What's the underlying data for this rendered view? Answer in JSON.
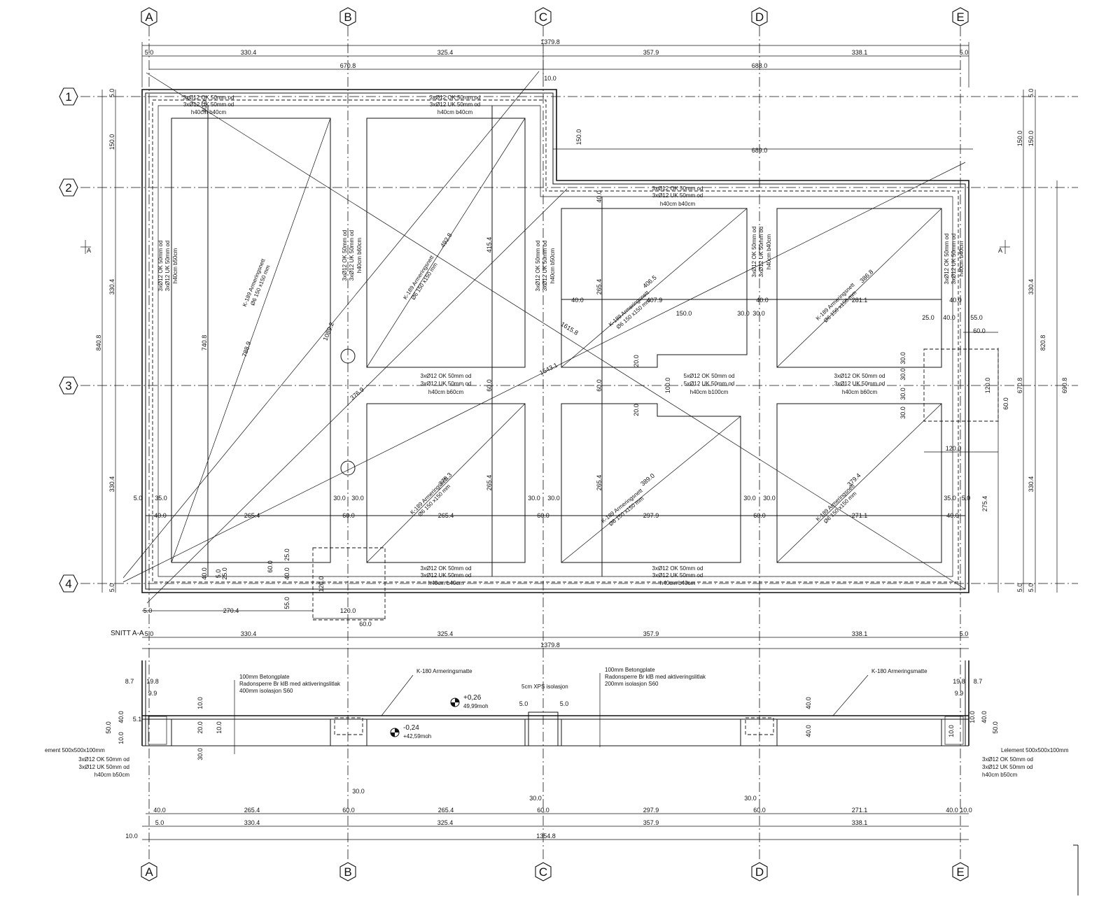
{
  "grid": {
    "columns": [
      "A",
      "B",
      "C",
      "D",
      "E"
    ],
    "rows": [
      "1",
      "2",
      "3",
      "4"
    ]
  },
  "plan": {
    "dim_top_total": "1379.8",
    "dim_top": [
      "5.0",
      "330.4",
      "325.4",
      "357.9",
      "338.1",
      "5.0"
    ],
    "dim_top_sub": [
      "670.8",
      "688.0"
    ],
    "dim_notch": [
      "10.0",
      "150.0",
      "689.0"
    ],
    "dim_left": [
      "5.0",
      "150.0",
      "330.4",
      "840.8",
      "330.4",
      "5.0"
    ],
    "dim_right": [
      "5.0",
      "150.0",
      "330.4",
      "820.8",
      "330.4",
      "5.0",
      "150.0",
      "670.8",
      "690.8",
      "275.4",
      "5.0"
    ],
    "section_marks": [
      "A",
      "A"
    ],
    "beams": [
      {
        "l1": "3xØ12 OK 50mm od",
        "l2": "3xØ12 UK 50mm od",
        "l3": "h40cm b40cm"
      },
      {
        "l1": "3xØ12 OK 50mm od",
        "l2": "3xØ12 UK 50mm od",
        "l3": "h40cm b40cm"
      },
      {
        "l1": "3xØ12 OK 50mm od",
        "l2": "3xØ12 UK 50mm od",
        "l3": "h40cm b40cm"
      },
      {
        "l1": "3xØ12 OK 50mm od",
        "l2": "3xØ12 UK 50mm od",
        "l3": "h40cm b60cm"
      },
      {
        "l1": "5xØ12 OK 50mm od",
        "l2": "5xØ12 UK 50mm od",
        "l3": "h40cm b100cm"
      },
      {
        "l1": "3xØ12 OK 50mm od",
        "l2": "3xØ12 UK 50mm od",
        "l3": "h40cm b60cm"
      },
      {
        "l1": "3xØ12 OK 50mm od",
        "l2": "3xØ12 UK 50mm od",
        "l3": "h40cm b40cm"
      },
      {
        "l1": "3xØ12 OK 50mm od",
        "l2": "3xØ12 UK 50mm od",
        "l3": "h40cm b40cm"
      }
    ],
    "beams_vertical": [
      {
        "l1": "3xØ12 OK 50mm od",
        "l2": "3xØ12 UK 50mm od",
        "l3": "h40cm b50cm"
      },
      {
        "l1": "3xØ12 OK 50mm od",
        "l2": "3xØ12 UK 50mm od",
        "l3": "h40cm b60cm"
      },
      {
        "l1": "3xØ12 OK 50mm od",
        "l2": "3xØ12 UK 50mm od",
        "l3": "h40cm b50cm"
      },
      {
        "l1": "3xØ12 OK 50mm od",
        "l2": "3xØ12 UK 50mm od",
        "l3": "h40cm b40cm"
      },
      {
        "l1": "3xØ12 OK 50mm od",
        "l2": "3xØ12 UK 50mm od",
        "l3": "h40cm b40cm"
      }
    ],
    "mesh": [
      {
        "l1": "K-189 Armeringsnett",
        "l2": "Ø6 150 x150 mm"
      },
      {
        "l1": "K-189 Armeringsnett",
        "l2": "Ø6 150 x150 mm"
      },
      {
        "l1": "K-189 Armeringsnett",
        "l2": "Ø6 150 x150 mm"
      },
      {
        "l1": "K-189 Armeringsnett",
        "l2": "Ø6 150 x150 mm"
      },
      {
        "l1": "K-189 Armeringsnett",
        "l2": "Ø6 150 x150 mm"
      },
      {
        "l1": "K-189 Armeringsnett",
        "l2": "Ø6 150 x150 mm"
      },
      {
        "l1": "K-189 Armeringsnett",
        "l2": "Ø6 150 x150 mm"
      }
    ],
    "diag_lengths": [
      "788.9",
      "1089.2",
      "492.8",
      "406.5",
      "386.8",
      "376.9",
      "375.3",
      "389.0",
      "379.4",
      "1615.8",
      "1543.1"
    ],
    "dim_bays_row": [
      "5.0",
      "35.0",
      "30.0",
      "30.0",
      "30.0",
      "30.0",
      "30.0",
      "30.0",
      "35.0",
      "5.0"
    ],
    "dim_bays_row2": [
      "40.0",
      "265.4",
      "60.0",
      "265.4",
      "60.0",
      "297.9",
      "60.0",
      "271.1",
      "40.0"
    ],
    "dim_mid": [
      "265.4",
      "415.4",
      "740.8",
      "265.4",
      "60.0",
      "60.0",
      "265.4",
      "40.0",
      "40.0",
      "40.0",
      "407.9",
      "40.0",
      "281.1",
      "40.0",
      "150.0",
      "30.0",
      "20.0",
      "100.0",
      "30.0",
      "20.0"
    ],
    "dim_right_detail": [
      "25.0",
      "40.0",
      "55.0",
      "60.0",
      "30.0",
      "30.0",
      "30.0",
      "30.0",
      "120.0",
      "60.0",
      "120.0"
    ],
    "dim_bottom_detail": [
      "60.0",
      "25.0",
      "40.0",
      "120.0",
      "55.0",
      "120.0",
      "60.0",
      "270.4",
      "5.0",
      "40.0",
      "5.0",
      "25.0"
    ]
  },
  "section": {
    "title": "SNITT A-A",
    "dim_top_total": "1379.8",
    "dim_top": [
      "5.0",
      "330.4",
      "325.4",
      "357.9",
      "338.1",
      "5.0"
    ],
    "notes": {
      "layers_left": [
        "100mm Betongplate",
        "Radonsperre Br klB med aktiveringslitlak",
        "400mm isolasjon S60"
      ],
      "mesh_left": "K-180 Armeringsmatte",
      "xps": "5cm XPS isolasjon",
      "layers_right": [
        "100mm Betongplate",
        "Radonsperre Br klB med aktiveringslitlak",
        "200mm isolasjon S60"
      ],
      "mesh_right": "K-180 Armeringsmatte",
      "element_left": "ement 500x500x100mm",
      "element_right": "Lelement 500x500x100mm",
      "beam_left": [
        "3xØ12 OK 50mm od",
        "3xØ12 UK 50mm od",
        "h40cm b50cm"
      ],
      "beam_right": [
        "3xØ12 OK 50mm od",
        "3xØ12 UK 50mm od",
        "h40cm b50cm"
      ]
    },
    "levels": [
      {
        "value": "+0,26",
        "sub": "49,99moh"
      },
      {
        "value": "-0,24",
        "sub": "+42,59moh"
      }
    ],
    "dims_side": [
      "8.7",
      "19.8",
      "9.9",
      "50.0",
      "40.0",
      "5.1",
      "10.0",
      "10.0",
      "20.0",
      "30.0",
      "10.0",
      "40.0",
      "40.0",
      "10.0",
      "8.7",
      "19.8",
      "9.9",
      "50.0",
      "40.0",
      "10.0",
      "5.0",
      "5.0"
    ],
    "dim_bottom1": [
      "40.0",
      "265.4",
      "60.0",
      "265.4",
      "60.0",
      "297.9",
      "60.0",
      "271.1",
      "40.0",
      "10.0"
    ],
    "dim_bottom_small": [
      "30.0",
      "30.0",
      "30.0"
    ],
    "dim_bottom2": [
      "5.0",
      "330.4",
      "325.4",
      "357.9",
      "338.1"
    ],
    "dim_bottom_total": "1354.8",
    "dim_bottom_left": "10.0"
  }
}
